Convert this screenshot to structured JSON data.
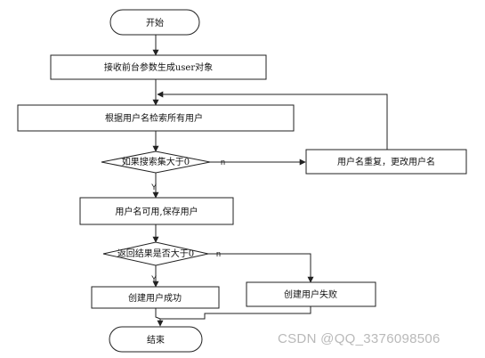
{
  "nodes": {
    "start": "开始",
    "receive": "接收前台参数生成user对象",
    "search": "根据用户名检索所有用户",
    "check_count": "如果搜索集大于0",
    "duplicate": "用户名重复，更改用户名",
    "available": "用户名可用,保存用户",
    "check_result": "返回结果是否大于0",
    "success": "创建用户成功",
    "fail": "创建用户失败",
    "end": "结束"
  },
  "edges": {
    "check_count_no": "n",
    "check_count_yes": "Y",
    "check_result_no": "n",
    "check_result_yes": "Y"
  },
  "watermark": "CSDN @QQ_3376098506"
}
